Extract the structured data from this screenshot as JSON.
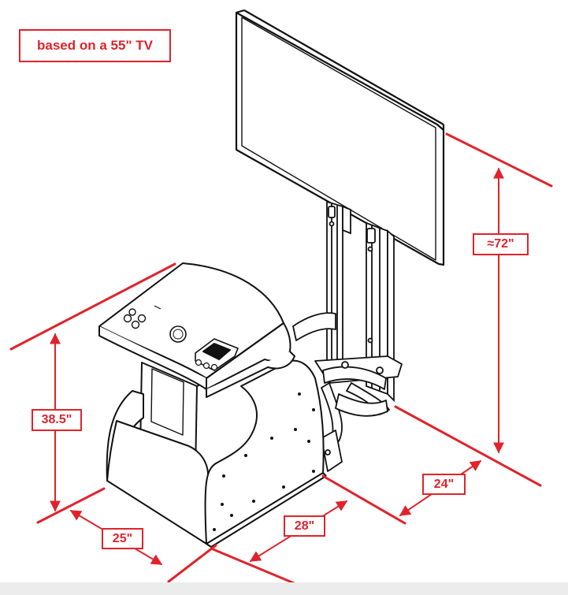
{
  "note": "based on a 55\" TV",
  "dimensions": {
    "overall_height": "≈72\"",
    "base_height": "38.5\"",
    "tv_arm_width": "24\"",
    "cabinet_depth": "28\"",
    "cabinet_width": "25\""
  },
  "colors": {
    "dimension": "#e0232b",
    "outline": "#111111",
    "background": "#ffffff"
  }
}
